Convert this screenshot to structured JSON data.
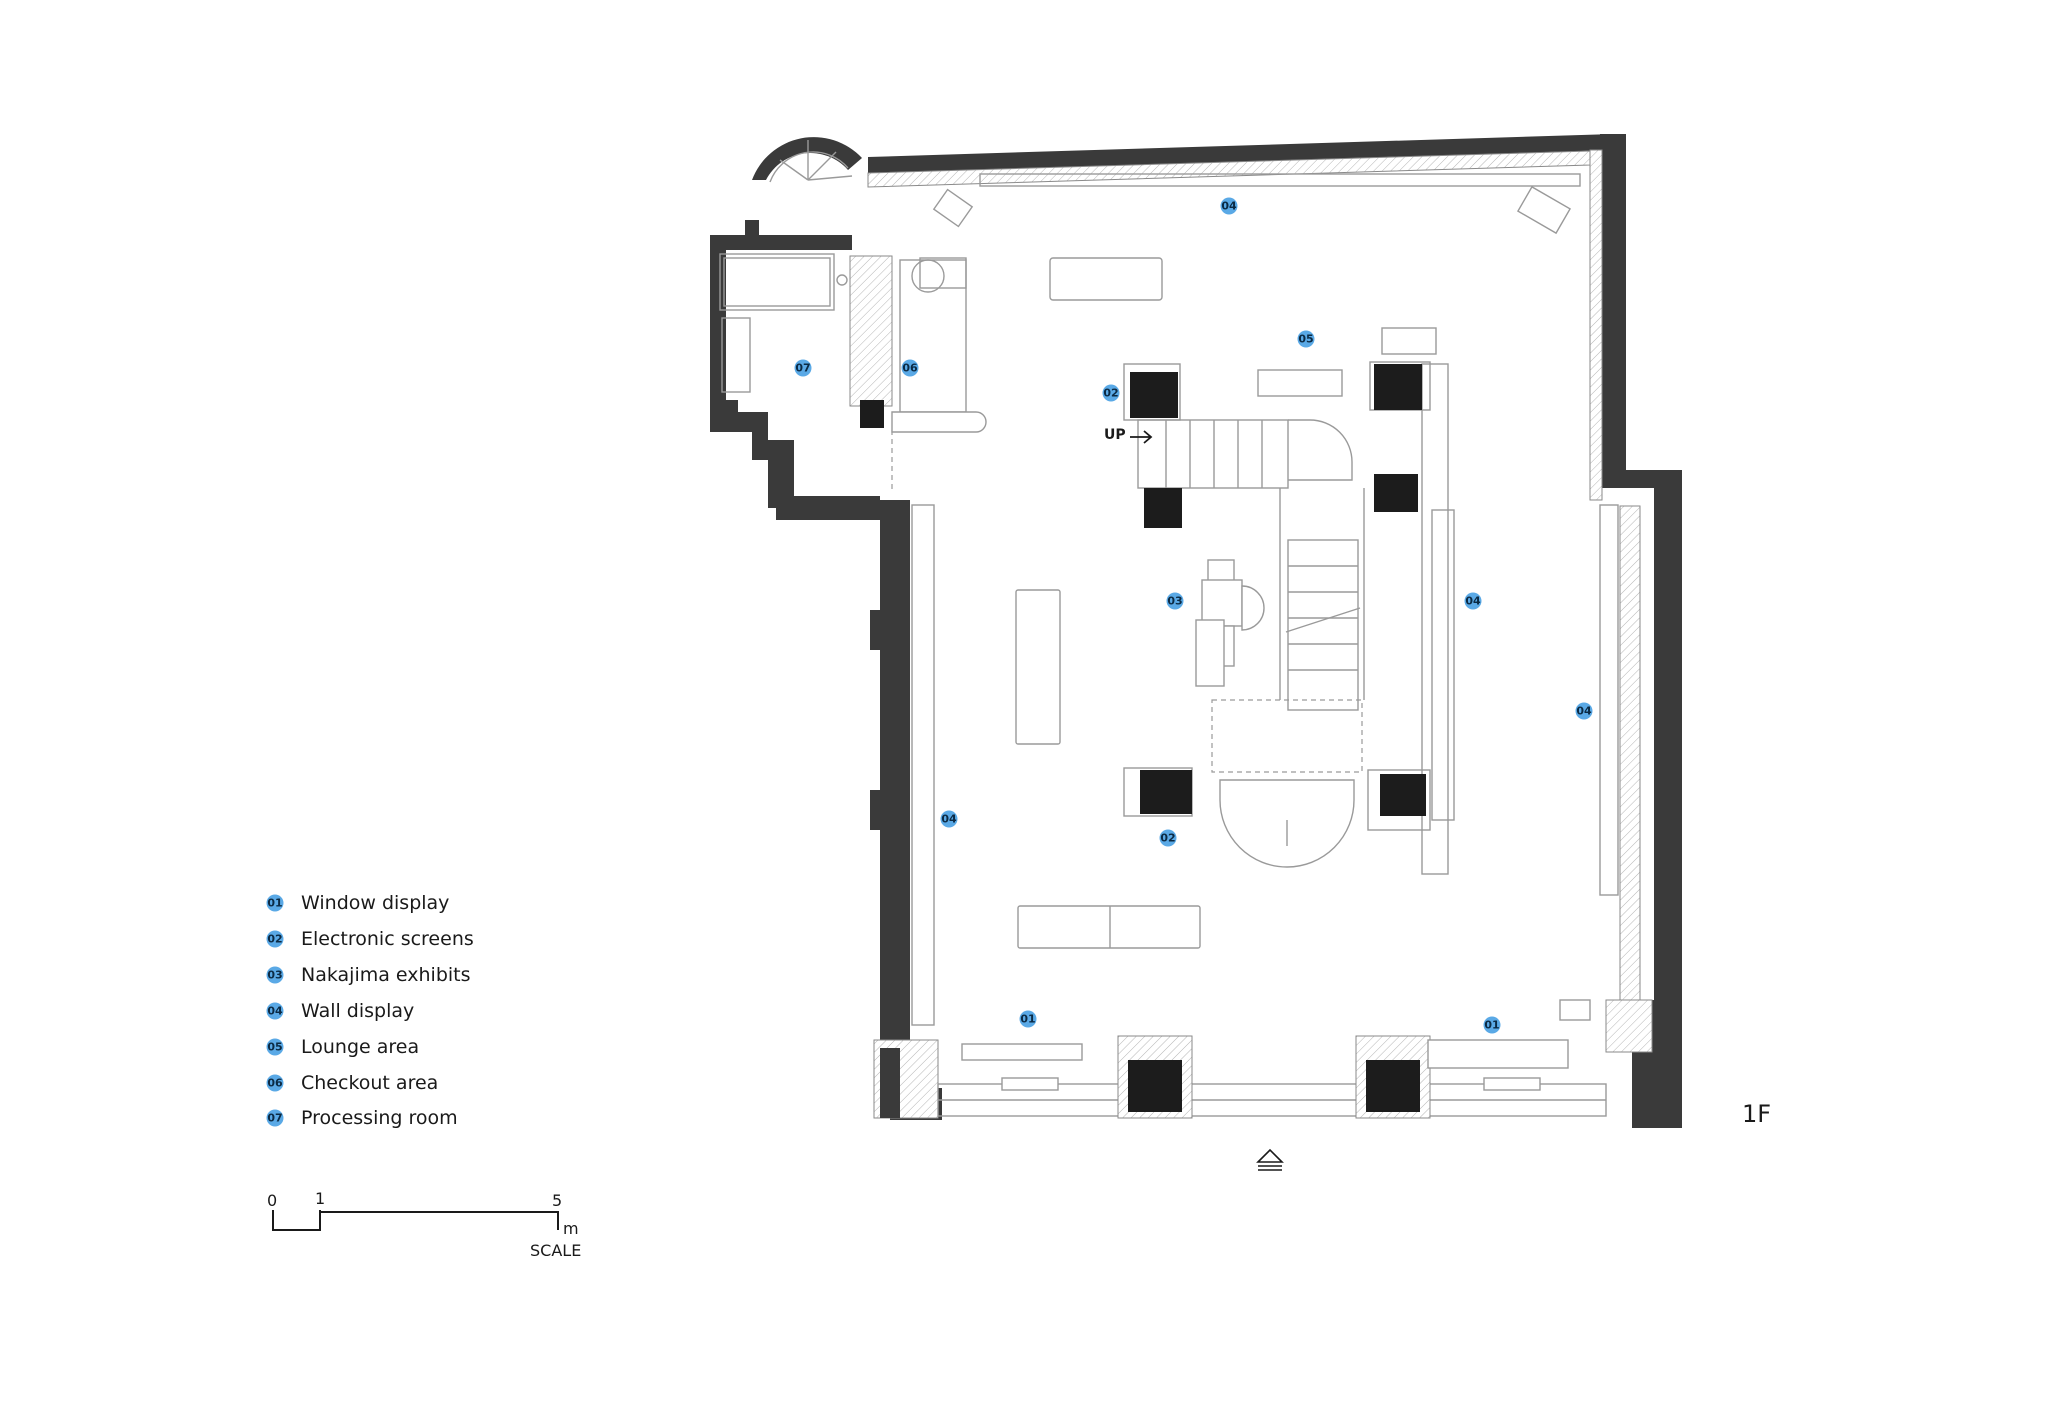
{
  "floor_label": "1F",
  "stair_label": "UP",
  "legend": [
    {
      "code": "01",
      "label": "Window display"
    },
    {
      "code": "02",
      "label": "Electronic screens"
    },
    {
      "code": "03",
      "label": "Nakajima exhibits"
    },
    {
      "code": "04",
      "label": "Wall display"
    },
    {
      "code": "05",
      "label": "Lounge area"
    },
    {
      "code": "06",
      "label": "Checkout area"
    },
    {
      "code": "07",
      "label": "Processing room"
    }
  ],
  "plan_markers": [
    "04",
    "05",
    "07",
    "06",
    "02",
    "03",
    "04",
    "04",
    "04",
    "02",
    "01",
    "01"
  ],
  "scale": {
    "tick_0": "0",
    "tick_1": "1",
    "tick_5": "5",
    "unit": "m",
    "caption": "SCALE"
  },
  "colors": {
    "marker": "#5aa9e6",
    "wall": "#3a3a3a",
    "screen": "#1c1c1c"
  },
  "icons": {
    "entrance": "entrance-arrow-icon",
    "stair": "stair-up-arrow-icon"
  }
}
